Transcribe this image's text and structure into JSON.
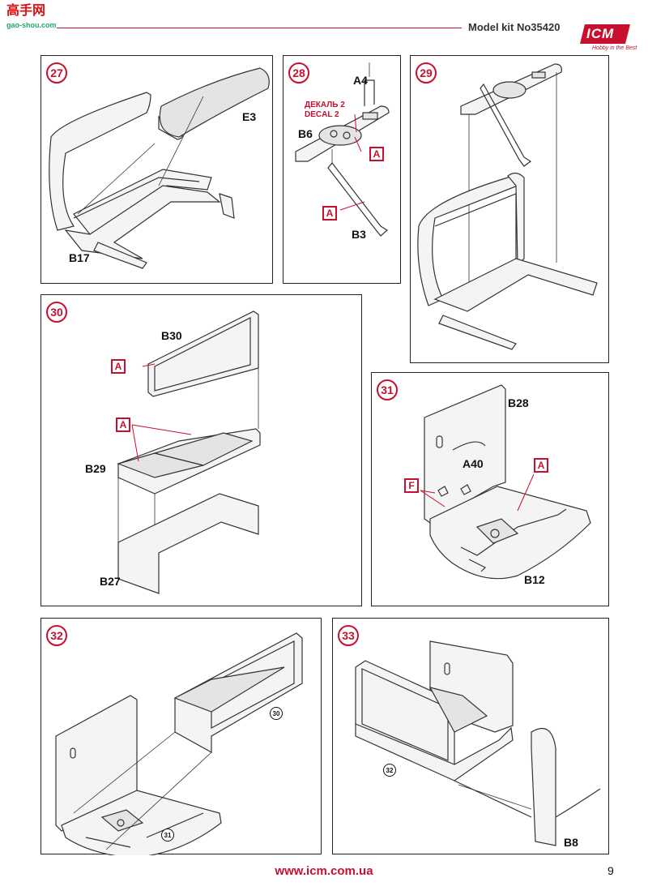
{
  "header": {
    "site_logo": "高手网",
    "site_sub": "gao-shou.com",
    "kit_title": "Model kit No35420",
    "brand": "ICM",
    "brand_tagline": "Hobby in the Best",
    "brand_color": "#c8102e"
  },
  "steps": [
    {
      "number": "27",
      "parts": [
        "E3",
        "B17"
      ]
    },
    {
      "number": "28",
      "parts": [
        "A4",
        "B6",
        "B3"
      ],
      "decal": [
        "ДЕКАЛЬ 2",
        "DECAL 2"
      ],
      "paint": [
        "A",
        "A"
      ]
    },
    {
      "number": "29",
      "parts": []
    },
    {
      "number": "30",
      "parts": [
        "B30",
        "B29",
        "B27"
      ],
      "paint": [
        "A",
        "A"
      ]
    },
    {
      "number": "31",
      "parts": [
        "B28",
        "A40",
        "B12"
      ],
      "paint": [
        "F",
        "A"
      ]
    },
    {
      "number": "32",
      "refs": [
        "30",
        "31"
      ]
    },
    {
      "number": "33",
      "parts": [
        "B8"
      ],
      "refs": [
        "32"
      ]
    }
  ],
  "footer": {
    "url": "www.icm.com.ua",
    "page": "9"
  }
}
